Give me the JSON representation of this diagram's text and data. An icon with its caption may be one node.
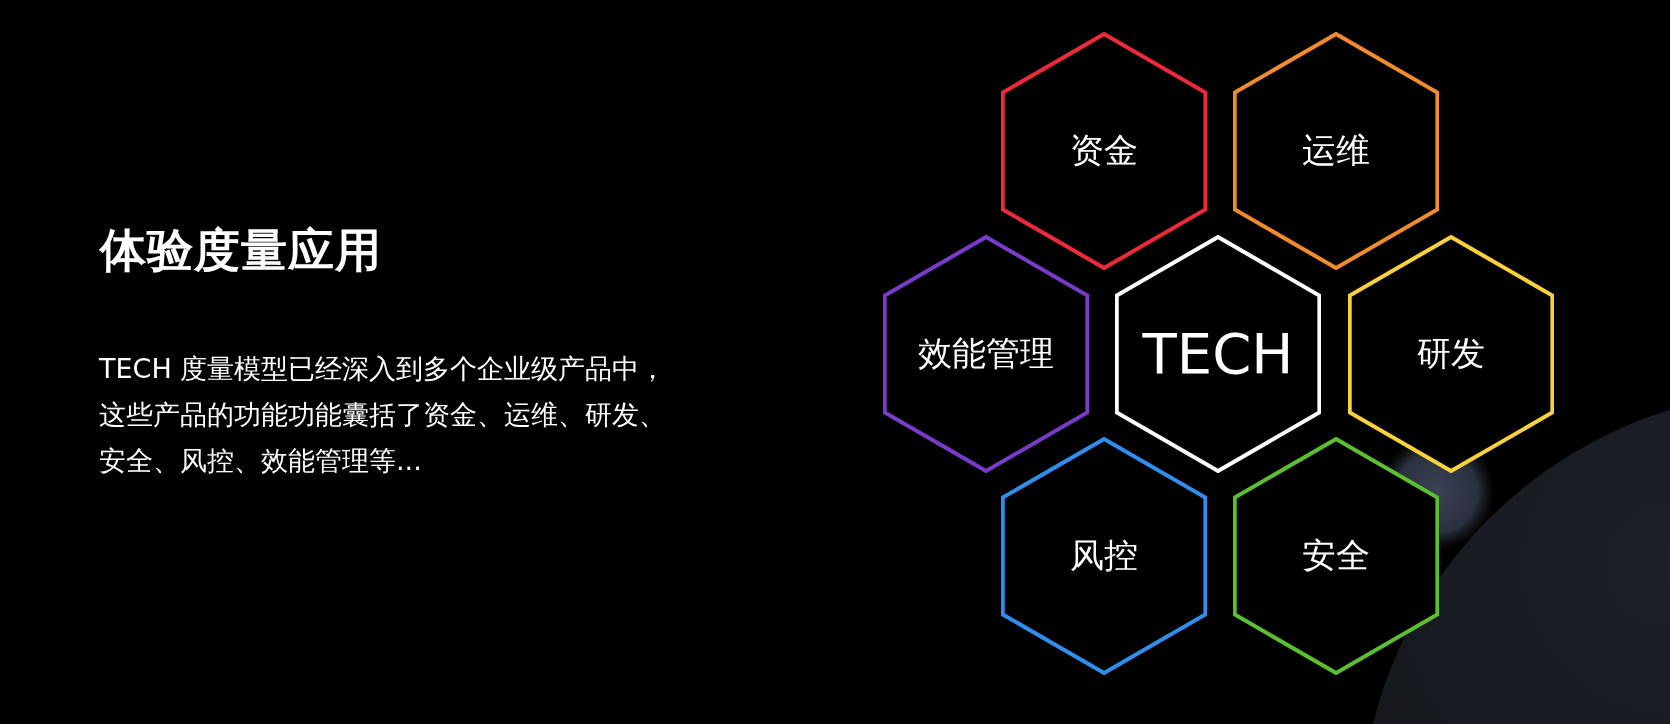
{
  "diagram": {
    "title": "体验度量应用",
    "nodes": [
      {
        "text": [
          "资金"
        ]
      },
      {
        "text": [
          "运维"
        ]
      },
      {
        "text": [
          "效能管理"
        ]
      },
      {
        "text": [
          "TECH"
        ]
      },
      {
        "text": [
          "研发"
        ]
      },
      {
        "text": [
          "风控"
        ]
      },
      {
        "text": [
          "安全"
        ]
      }
    ],
    "labels": [
      "TECH 度量模型已经深入到多个企业级产品中，这些产品的功能功能囊括了资金、运维、研发、安全、风控、效能管理等..."
    ]
  }
}
